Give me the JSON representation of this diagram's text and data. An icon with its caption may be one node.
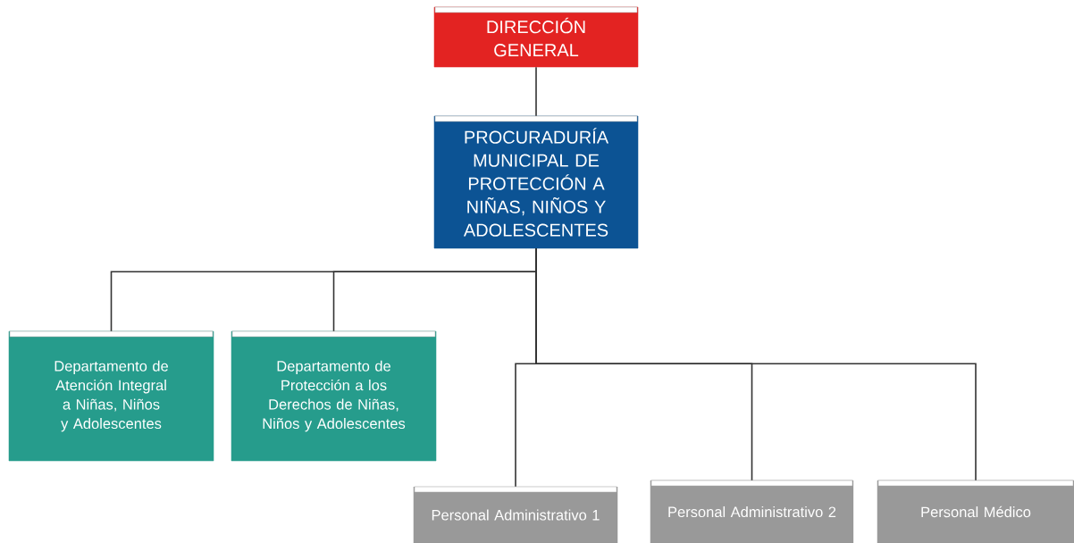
{
  "diagram": {
    "nodes": [
      {
        "text": [
          "DIRECCIÓN GENERAL"
        ]
      },
      {
        "text": [
          "PROCURADURÍA MUNICIPAL DE PROTECCIÓN A NIÑAS, NIÑOS Y ADOLESCENTES"
        ]
      },
      {
        "text": [
          "Departamento de Atención Integral a Niñas, Niños y Adolescentes"
        ]
      },
      {
        "text": [
          "Departamento de Protección a los Derechos de Niñas, Niños y Adolescentes"
        ]
      },
      {
        "text": [
          "Personal Administrativo 1"
        ]
      },
      {
        "text": [
          "Personal Administrativo 2"
        ]
      },
      {
        "text": [
          "Personal Médico"
        ]
      }
    ],
    "edges": [
      {
        "from": 0,
        "to": 1,
        "arrow": "none"
      },
      {
        "from": 1,
        "to": 2,
        "arrow": "none"
      },
      {
        "from": 1,
        "to": 3,
        "arrow": "none"
      },
      {
        "from": 1,
        "to": 4,
        "arrow": "none"
      },
      {
        "from": 1,
        "to": 5,
        "arrow": "none"
      },
      {
        "from": 1,
        "to": 6,
        "arrow": "none"
      }
    ]
  }
}
